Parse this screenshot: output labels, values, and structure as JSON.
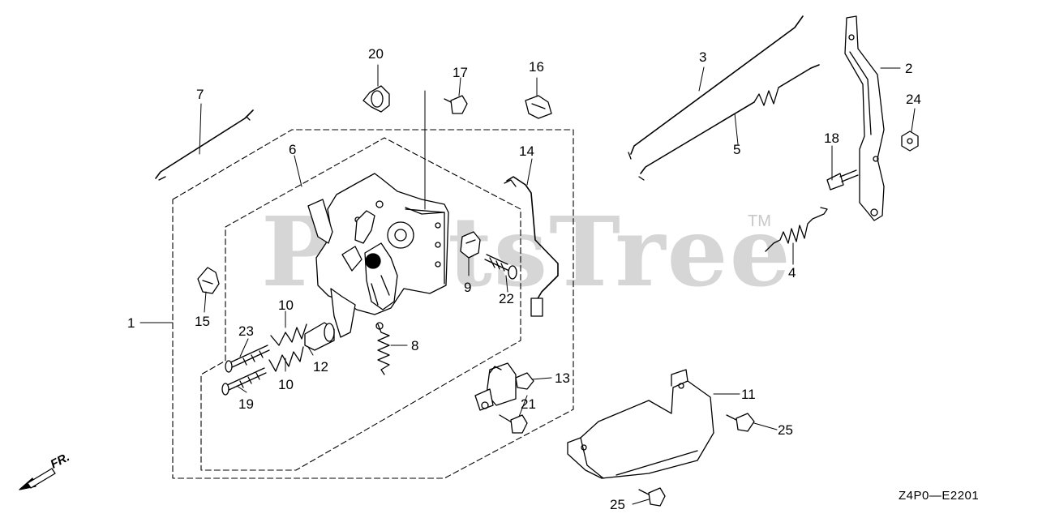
{
  "watermark": {
    "text": "PartsTree",
    "tm": "TM"
  },
  "diagram_ref": "Z4P0—E2201",
  "direction": {
    "label": "FR."
  },
  "callouts": {
    "c1": "1",
    "c2": "2",
    "c3": "3",
    "c4": "4",
    "c5": "5",
    "c6": "6",
    "c7": "7",
    "c8": "8",
    "c9": "9",
    "c10a": "10",
    "c10b": "10",
    "c11": "11",
    "c12": "12",
    "c13": "13",
    "c14": "14",
    "c15": "15",
    "c16": "16",
    "c17": "17",
    "c18": "18",
    "c19": "19",
    "c20": "20",
    "c21": "21",
    "c22": "22",
    "c23": "23",
    "c24": "24",
    "c25a": "25",
    "c25b": "25"
  }
}
